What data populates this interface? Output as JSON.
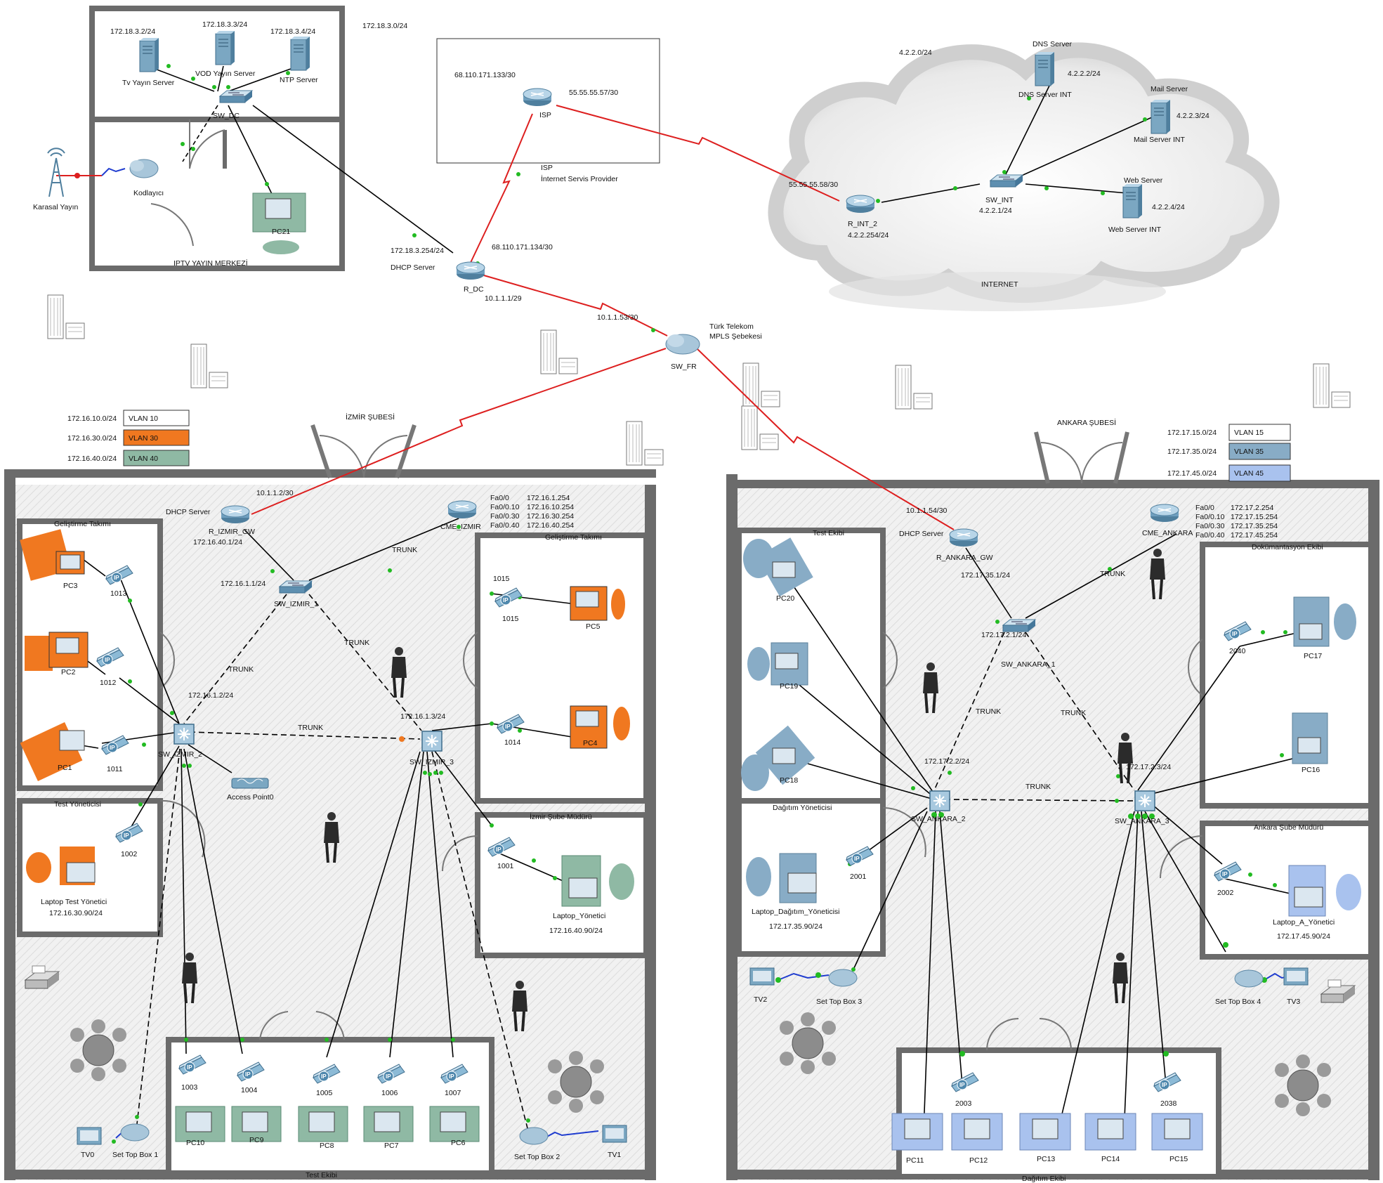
{
  "colors": {
    "wan_link": "#dd1f1f",
    "lan_link": "#000000",
    "vlan10": "#ffffff",
    "vlan30": "#f07820",
    "vlan40": "#8fb9a4",
    "vlan15": "#ffffff",
    "vlan35": "#88acc6",
    "vlan45": "#a9c2ee",
    "pc_teal": "#8fb9a4",
    "pc_orange": "#f07820",
    "pc_blue": "#a9c2ee",
    "port_green": "#22bb22"
  },
  "regions": {
    "iptv": "IPTV YAYIN MERKEZİ",
    "dc_subnet": "172.18.3.0/24",
    "isp_box_title": "ISP",
    "isp_box_sub": "İnternet Servis Provider",
    "internet": "INTERNET",
    "internet_subnet": "4.2.2.0/24",
    "izmir": "İZMİR ŞUBESİ",
    "ankara": "ANKARA ŞUBESİ",
    "mpls_1": "Türk Telekom",
    "mpls_2": "MPLS Şebekesi"
  },
  "vlans_izmir": [
    {
      "net": "172.16.10.0/24",
      "name": "VLAN 10"
    },
    {
      "net": "172.16.30.0/24",
      "name": "VLAN 30"
    },
    {
      "net": "172.16.40.0/24",
      "name": "VLAN 40"
    }
  ],
  "vlans_ankara": [
    {
      "net": "172.17.15.0/24",
      "name": "VLAN 15"
    },
    {
      "net": "172.17.35.0/24",
      "name": "VLAN 35"
    },
    {
      "net": "172.17.45.0/24",
      "name": "VLAN 45"
    }
  ],
  "rooms": {
    "iz_gelistirme_left": "Geliştirme Takımı",
    "iz_gelistirme_right": "Geliştirme Takımı",
    "iz_test_yonetici": "Test Yöneticisi",
    "iz_sube_muduru": "İzmir Şube Müdürü",
    "iz_test_ekibi": "Test Ekibi",
    "an_test_ekibi": "Test Ekibi",
    "an_dokumantasyon": "Dokümantasyon Ekibi",
    "an_dagitim_yonetici": "Dağıtım Yöneticisi",
    "an_sube_muduru": "Ankara Şube Müdürü",
    "an_dagitim_ekibi": "Dağıtım Ekibi"
  },
  "routers": {
    "isp": "ISP",
    "r_dc": "R_DC",
    "r_int2": "R_INT_2",
    "r_izmir": "R_IZMIR_GW",
    "cme_izmir": "CME_IZMIR",
    "r_ankara": "R_ANKARA_GW",
    "cme_ankara": "CME_ANKARA"
  },
  "switches": {
    "sw_dc": "SW_DC",
    "sw_int": "SW_INT",
    "sw_izmir1": "SW_IZMIR_1",
    "sw_izmir2": "SW_IZMIR_2",
    "sw_izmir3": "SW_IZMIR_3",
    "sw_ankara1": "SW_ANKARA_1",
    "sw_ankara2": "SW_ANKARA_2",
    "sw_ankara3": "SW_ANKARA_3",
    "sw_fr": "SW_FR"
  },
  "servers": {
    "tv": "Tv Yayın  Server",
    "vod": "VOD Yayın Server",
    "ntp": "NTP Server",
    "dns_top": "DNS Server",
    "dns_int": "DNS Server INT",
    "mail_top": "Mail Server",
    "mail_int": "Mail Server INT",
    "web_top": "Web Server",
    "web_int": "Web Server INT"
  },
  "ips": {
    "tv": "172.18.3.2/24",
    "vod": "172.18.3.3/24",
    "ntp": "172.18.3.4/24",
    "isp_left": "68.110.171.133/30",
    "isp_right": "55.55.55.57/30",
    "rint_wan": "55.55.55.58/30",
    "rint_lan": "4.2.2.254/24",
    "swint": "4.2.2.1/24",
    "dns": "4.2.2.2/24",
    "mail": "4.2.2.3/24",
    "web": "4.2.2.4/24",
    "rdc_lan": "172.18.3.254/24",
    "rdc_isp": "68.110.171.134/30",
    "rdc_mpls": "10.1.1.1/29",
    "fr_dc": "10.1.1.53/30",
    "iz_wan": "10.1.1.2/30",
    "an_wan": "10.1.1.54/30",
    "iz_r_lan": "172.16.40.1/24",
    "iz_sw1": "172.16.1.1/24",
    "iz_sw2": "172.16.1.2/24",
    "iz_sw3": "172.16.1.3/24",
    "an_r_lan": "172.17.35.1/24",
    "an_sw1": "172.17.2.1/24",
    "an_sw2": "172.17.2.2/24",
    "an_sw3": "172.17.2.3/24",
    "laptop_test": "172.16.30.90/24",
    "laptop_yon": "172.16.40.90/24",
    "laptop_dag": "172.17.35.90/24",
    "laptop_a": "172.17.45.90/24"
  },
  "misc": {
    "dhcp": "DHCP Server",
    "trunk": "TRUNK",
    "kodlayici": "Kodlayıcı",
    "karasal": "Karasal Yayın",
    "ap": "Access Point0"
  },
  "subinterfaces_izmir": [
    {
      "if": "Fa0/0",
      "ip": "172.16.1.254"
    },
    {
      "if": "Fa0/0.10",
      "ip": "172.16.10.254"
    },
    {
      "if": "Fa0/0.30",
      "ip": "172.16.30.254"
    },
    {
      "if": "Fa0/0.40",
      "ip": "172.16.40.254"
    }
  ],
  "subinterfaces_ankara": [
    {
      "if": "Fa0/0",
      "ip": "172.17.2.254"
    },
    {
      "if": "Fa0/0.10",
      "ip": "172.17.15.254"
    },
    {
      "if": "Fa0/0.30",
      "ip": "172.17.35.254"
    },
    {
      "if": "Fa0/0.40",
      "ip": "172.17.45.254"
    }
  ],
  "pcs": {
    "pc21": "PC21",
    "pc3": "PC3",
    "pc2": "PC2",
    "pc1": "PC1",
    "pc5": "PC5",
    "pc4": "PC4",
    "pc10": "PC10",
    "pc9": "PC9",
    "pc8": "PC8",
    "pc7": "PC7",
    "pc6": "PC6",
    "pc20": "PC20",
    "pc19": "PC19",
    "pc18": "PC18",
    "pc17": "PC17",
    "pc16": "PC16",
    "pc11": "PC11",
    "pc12": "PC12",
    "pc13": "PC13",
    "pc14": "PC14",
    "pc15": "PC15",
    "laptop_test_1": "Laptop  Test  Yönetici",
    "laptop_yon": "Laptop_Yönetici",
    "laptop_dag": "Laptop_Dağıtım_Yöneticisi",
    "laptop_a": "Laptop_A_Yönetici",
    "tv0": "TV0",
    "tv1": "TV1",
    "tv2": "TV2",
    "tv3": "TV3",
    "stb1": "Set Top Box 1",
    "stb2": "Set Top Box 2",
    "stb3": "Set Top Box 3",
    "stb4": "Set Top Box 4"
  },
  "phones": {
    "p1013": "1013",
    "p1012": "1012",
    "p1011": "1011",
    "p1002": "1002",
    "p1015a": "1015",
    "p1015b": "1015",
    "p1014": "1014",
    "p1001": "1001",
    "p1003": "1003",
    "p1004": "1004",
    "p1005": "1005",
    "p1006": "1006",
    "p1007": "1007",
    "p2040": "2040",
    "p2001": "2001",
    "p2002": "2002",
    "p2003": "2003",
    "p2038": "2038"
  }
}
